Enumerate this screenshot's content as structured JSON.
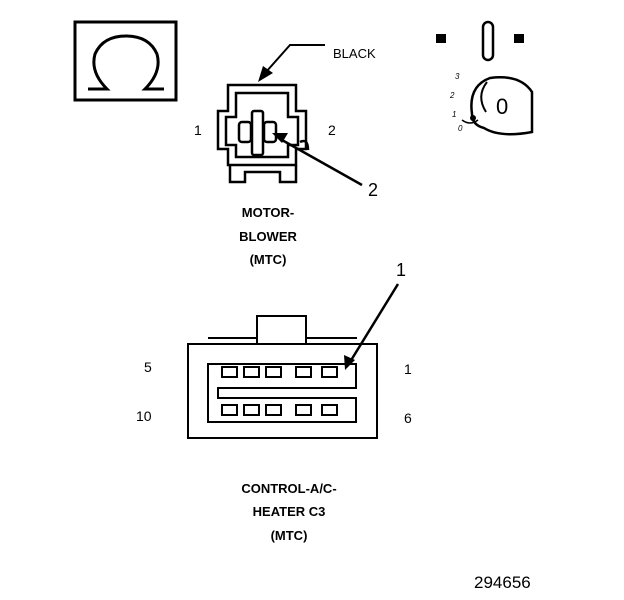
{
  "blower": {
    "wire_color": "BLACK",
    "pin_left": "1",
    "pin_right": "2",
    "callout": "2",
    "name_lines": [
      "MOTOR-",
      "BLOWER",
      "(MTC)"
    ]
  },
  "control": {
    "callout": "1",
    "pin_top_left": "5",
    "pin_top_right": "1",
    "pin_bottom_left": "10",
    "pin_bottom_right": "6",
    "name_lines": [
      "CONTROL-A/C-",
      "HEATER C3",
      "(MTC)"
    ]
  },
  "ignition": {
    "positions": [
      "3",
      "2",
      "1",
      "0"
    ],
    "key_label": "0"
  },
  "figure_id": "294656",
  "icons": [
    "ohm-icon",
    "ignition-key-icon"
  ]
}
